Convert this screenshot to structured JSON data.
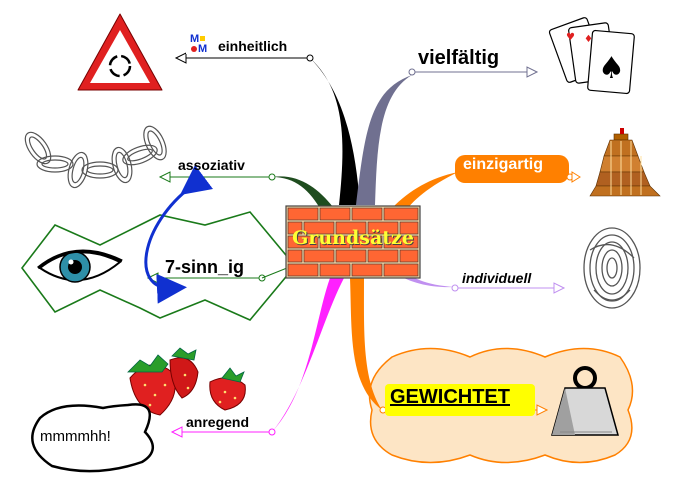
{
  "center": {
    "label": "Grundsätze"
  },
  "branches": {
    "einheitlich": "einheitlich",
    "vielfaeltig": "vielfältig",
    "assoziativ": "assoziativ",
    "einzigartig": "einzigartig",
    "sinnig": "7-sinn_ig",
    "individuell": "individuell",
    "anregend": "anregend",
    "gewichtet": "GEWICHTET"
  },
  "speech_bubble": {
    "text": "mmmmhh!"
  },
  "icons": [
    "roundabout-sign-icon",
    "mindmanager-logo-icon",
    "playing-cards-icon",
    "chain-links-icon",
    "tower-icon",
    "eye-icon",
    "fingerprint-icon",
    "strawberries-icon",
    "weight-icon"
  ],
  "colors": {
    "brick": "#ff6633",
    "mortar": "#f5d0a0",
    "orange": "#ff8000",
    "green": "#1a7a1a",
    "dark_green": "#1f4d1f",
    "purple_gray": "#707090",
    "lavender": "#c090f0",
    "magenta": "#ff20ff",
    "blue": "#1030d0",
    "cloud_fill": "#fde5c5",
    "yellow": "#ffff00"
  }
}
